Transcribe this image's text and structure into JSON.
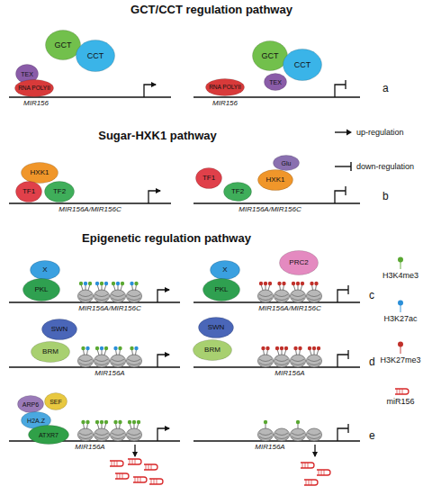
{
  "diagram": {
    "nodes": [
      {
        "text": [
          "GCT"
        ]
      },
      {
        "text": [
          "CCT"
        ]
      },
      {
        "text": [
          "TEX"
        ]
      },
      {
        "text": [
          "RNA POLYII"
        ]
      },
      {
        "text": [
          "GCT"
        ]
      },
      {
        "text": [
          "CCT"
        ]
      },
      {
        "text": [
          "TEX"
        ]
      },
      {
        "text": [
          "RNA POLYII"
        ]
      },
      {
        "text": [
          "HXK1"
        ]
      },
      {
        "text": [
          "TF1"
        ]
      },
      {
        "text": [
          "TF2"
        ]
      },
      {
        "text": [
          "TF1"
        ]
      },
      {
        "text": [
          "TF2"
        ]
      },
      {
        "text": [
          "Glu"
        ]
      },
      {
        "text": [
          "HXK1"
        ]
      },
      {
        "text": [
          "X"
        ]
      },
      {
        "text": [
          "PKL"
        ]
      },
      {
        "text": [
          "X"
        ]
      },
      {
        "text": [
          "PKL"
        ]
      },
      {
        "text": [
          "PRC2"
        ]
      },
      {
        "text": [
          "SWN"
        ]
      },
      {
        "text": [
          "BRM"
        ]
      },
      {
        "text": [
          "SWN"
        ]
      },
      {
        "text": [
          "BRM"
        ]
      },
      {
        "text": [
          "ARP6"
        ]
      },
      {
        "text": [
          "SEF"
        ]
      },
      {
        "text": [
          "H2A.Z"
        ]
      },
      {
        "text": [
          "ATXR7"
        ]
      }
    ],
    "edges": [],
    "labels": [
      "GCT/CCT regulation pathway",
      "MIR156",
      "MIR156",
      "a",
      "Sugar-HXK1 pathway",
      "MIR156A/MIR156C",
      "MIR156A/MIR156C",
      "b",
      "Epigenetic regulation pathway",
      "MIR156A/MIR156C",
      "MIR156A/MIR156C",
      "c",
      "MIR156A",
      "MIR156A",
      "d",
      "MIR156A",
      "MIR156A",
      "e"
    ],
    "legend": [
      {
        "text": "up-regulation"
      },
      {
        "text": "down-regulation"
      },
      {
        "text": "H3K4me3",
        "color": "#5aa832"
      },
      {
        "text": "H3K27ac",
        "color": "#2b8fd8"
      },
      {
        "text": "H3K27me3",
        "color": "#c0302a"
      },
      {
        "text": "miR156"
      }
    ]
  }
}
